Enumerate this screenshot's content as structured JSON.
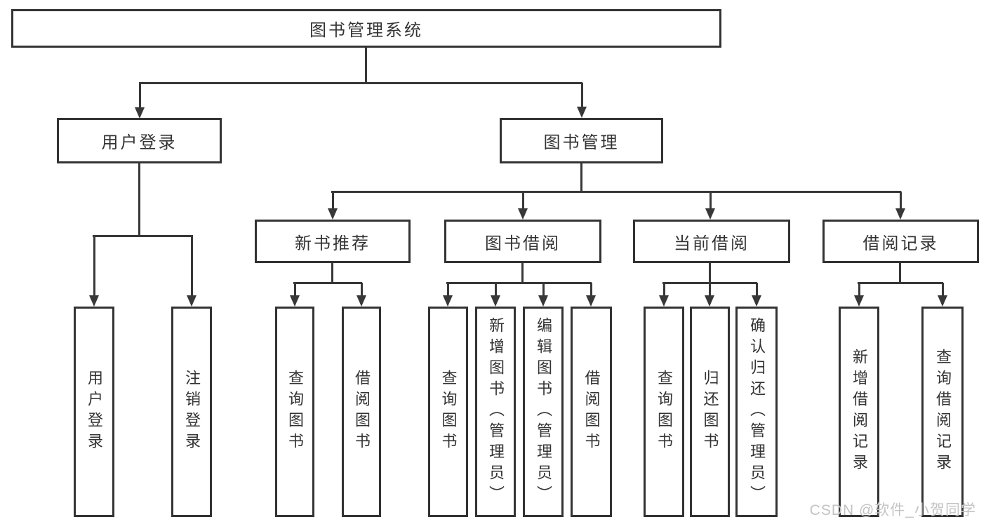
{
  "tree": {
    "root": {
      "label": "图书管理系统"
    },
    "branches": [
      {
        "label": "用户登录",
        "children": [
          {
            "label": "用户登录"
          },
          {
            "label": "注销登录"
          }
        ]
      },
      {
        "label": "图书管理",
        "sections": [
          {
            "label": "新书推荐",
            "children": [
              {
                "label": "查询图书"
              },
              {
                "label": "借阅图书"
              }
            ]
          },
          {
            "label": "图书借阅",
            "children": [
              {
                "label": "查询图书"
              },
              {
                "label": "新增图书（管理员）"
              },
              {
                "label": "编辑图书（管理员）"
              },
              {
                "label": "借阅图书"
              }
            ]
          },
          {
            "label": "当前借阅",
            "children": [
              {
                "label": "查询图书"
              },
              {
                "label": "归还图书"
              },
              {
                "label": "确认归还（管理员）"
              }
            ]
          },
          {
            "label": "借阅记录",
            "children": [
              {
                "label": "新增借阅记录"
              },
              {
                "label": "查询借阅记录"
              }
            ]
          }
        ]
      }
    ]
  },
  "watermark": "CSDN @软件_小贺同学",
  "colors": {
    "line": "#383838",
    "box_border": "#333333",
    "text": "#333333",
    "watermark": "#c3c3c3",
    "background": "#ffffff"
  }
}
